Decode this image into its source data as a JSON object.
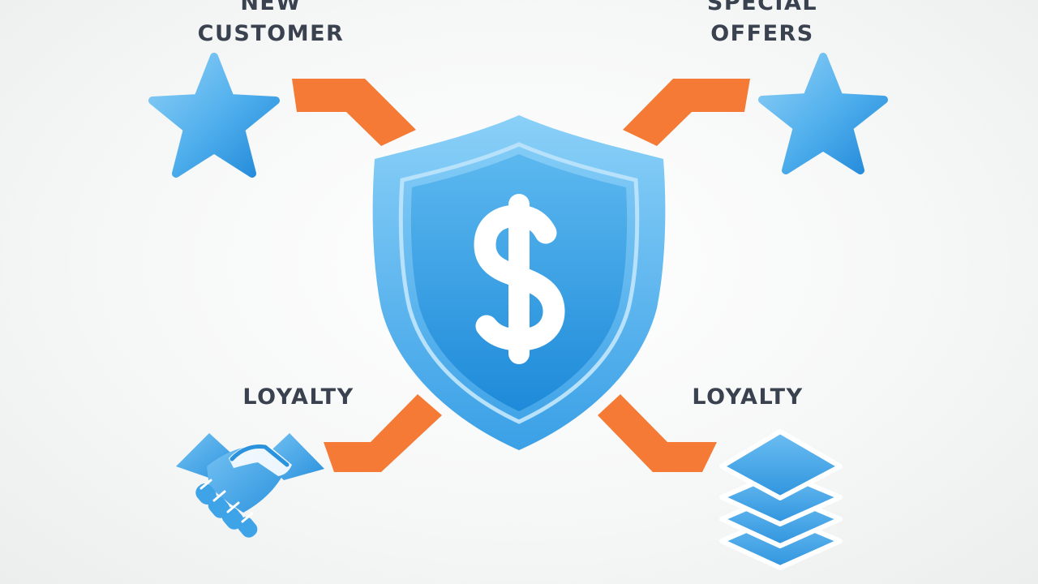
{
  "labels": {
    "top_left": [
      "NEW",
      "CUSTOMER"
    ],
    "top_right": [
      "SPECIAL",
      "OFFERS"
    ],
    "bottom_left": "LOYALTY",
    "bottom_right": "LOYALTY"
  },
  "center": {
    "icon": "shield-dollar-icon",
    "symbol": "$"
  },
  "nodes": [
    {
      "position": "top-left",
      "icon": "star-icon"
    },
    {
      "position": "top-right",
      "icon": "star-icon"
    },
    {
      "position": "bottom-left",
      "icon": "handshake-icon"
    },
    {
      "position": "bottom-right",
      "icon": "layers-stack-icon"
    }
  ],
  "colors": {
    "background": "#f6f7f7",
    "primary_blue": "#3ba2e8",
    "light_blue": "#7cc8f5",
    "dark_blue": "#1f86d8",
    "connector_orange": "#f47a35",
    "label_text": "#3a4250"
  }
}
